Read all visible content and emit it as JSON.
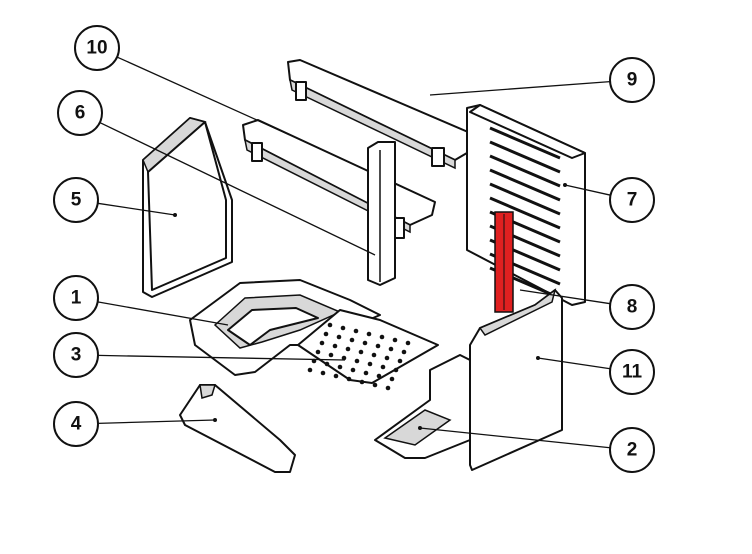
{
  "diagram": {
    "type": "exploded-parts-diagram",
    "highlight_color": "#e02020",
    "callouts": [
      {
        "label": "10"
      },
      {
        "label": "9"
      },
      {
        "label": "6"
      },
      {
        "label": "7"
      },
      {
        "label": "5"
      },
      {
        "label": "1"
      },
      {
        "label": "8"
      },
      {
        "label": "3"
      },
      {
        "label": "11"
      },
      {
        "label": "4"
      },
      {
        "label": "2"
      }
    ]
  }
}
